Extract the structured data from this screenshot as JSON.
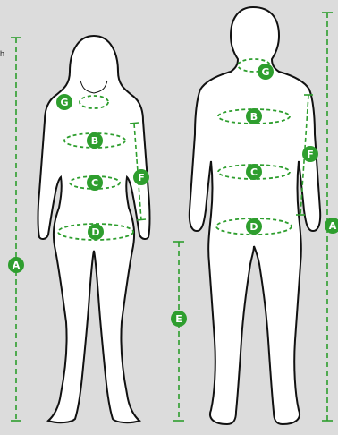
{
  "header": {
    "corner_text": "h"
  },
  "colors": {
    "background": "#dcdcdc",
    "body_fill": "#ffffff",
    "outline": "#111111",
    "accent": "#2e9e2e",
    "marker_text": "#ffffff"
  },
  "markers": {
    "a": "A",
    "b": "B",
    "c": "C",
    "d": "D",
    "e": "E",
    "f": "F",
    "g": "G"
  },
  "figures": [
    "female-figure",
    "male-figure"
  ]
}
